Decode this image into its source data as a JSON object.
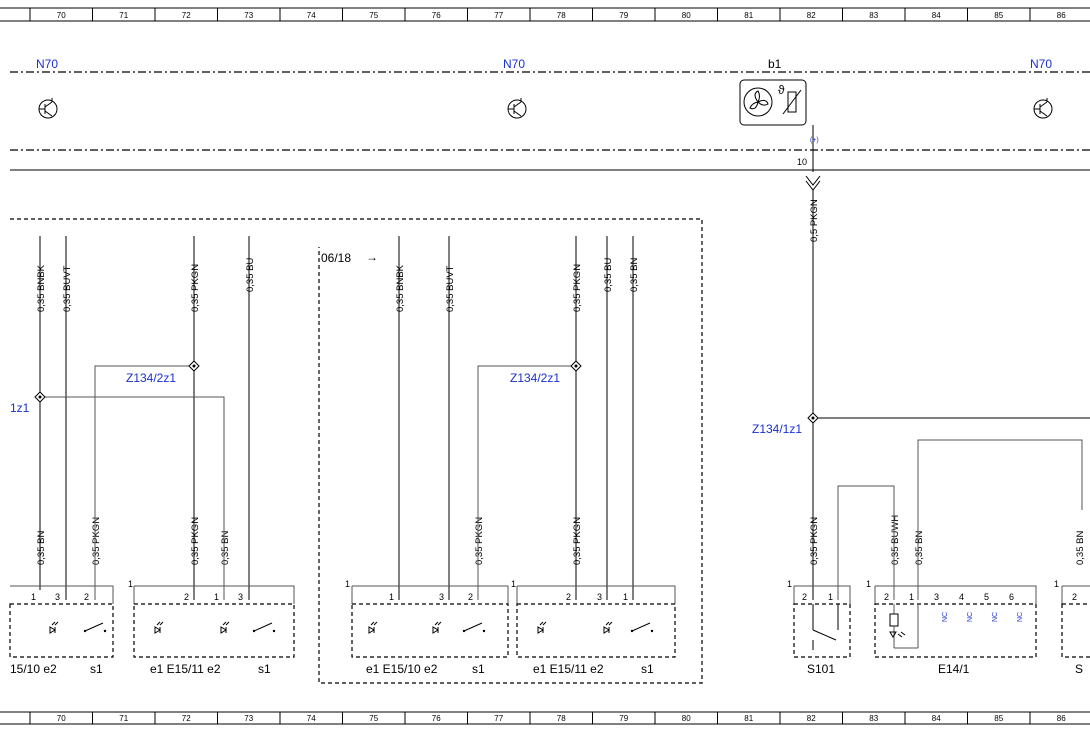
{
  "grid": {
    "columns": [
      "70",
      "71",
      "72",
      "73",
      "74",
      "75",
      "76",
      "77",
      "78",
      "79",
      "80",
      "81",
      "82",
      "83",
      "84",
      "85",
      "86"
    ]
  },
  "components": {
    "n70_left": "N70",
    "n70_mid": "N70",
    "n70_right": "N70",
    "b1": "b1",
    "b1_pin": "10",
    "b1_polarity": "(+)",
    "ref_0618": "06/18",
    "ref_arrow": "→"
  },
  "splices": {
    "z134_2z1_left": "Z134/2z1",
    "z134_2z1_mid": "Z134/2z1",
    "z134_1z1_cut": "1z1",
    "z134_1z1_right": "Z134/1z1"
  },
  "wires": {
    "w1": "0,35 BNBK",
    "w2": "0,35 BUVT",
    "w3": "0,35 PKGN",
    "w4": "0,35 BU",
    "w5": "0,35 BNBK",
    "w6": "0,35 BUVT",
    "w7": "0,35 PKGN",
    "w8": "0,35 BU",
    "w9": "0,35 BN",
    "w10": "0,5 PKGN",
    "l1": "0,35 BN",
    "l2": "0,35 PKGN",
    "l3": "0,35 PKGN",
    "l4": "0,35 BN",
    "l5": "0,35 PKGN",
    "l6": "0,35 PKGN",
    "l7": "0,35 PKGN",
    "l8": "0,35 BUWH",
    "l9": "0,35 BN",
    "l10": "0,35 BN"
  },
  "pins": {
    "a1": "1",
    "a2": "3",
    "a3": "2",
    "b1": "2",
    "b2": "1",
    "b3": "3",
    "c1": "1",
    "c2": "3",
    "c3": "2",
    "d1": "2",
    "d2": "3",
    "d3": "1",
    "s1": "2",
    "s2": "1",
    "e1": "2",
    "e2": "1",
    "e3": "3",
    "e4": "4",
    "e5": "5",
    "e6": "6",
    "g1": "2",
    "n1": "1",
    "n2": "1",
    "n3": "1",
    "n4": "1",
    "n5": "1",
    "n6": "1"
  },
  "nc_label": "NC",
  "bottom_labels": {
    "l1": "15/10 e2",
    "l2": "s1",
    "l3": "e1 E15/11 e2",
    "l4": "s1",
    "l5": "e1 E15/10 e2",
    "l6": "s1",
    "l7": "e1 E15/11 e2",
    "l8": "s1",
    "l9": "S101",
    "l10": "E14/1",
    "l11": "S"
  },
  "thermal_symbol": "ϑ"
}
